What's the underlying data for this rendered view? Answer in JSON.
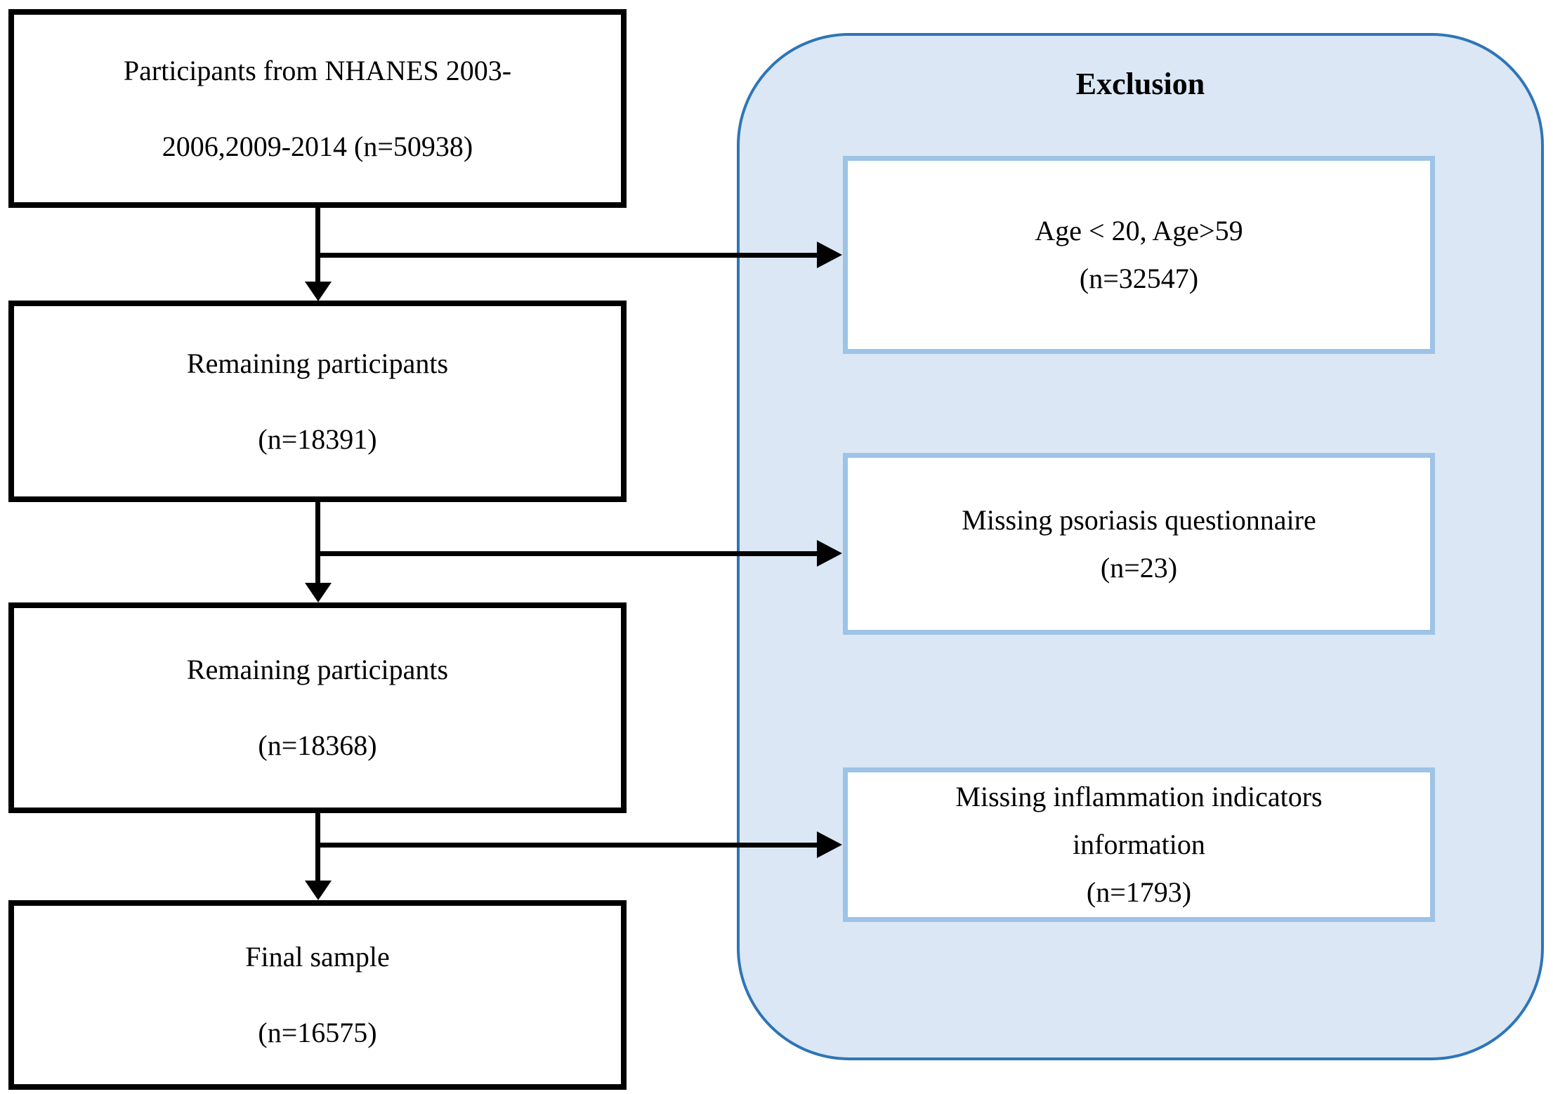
{
  "flow_boxes": [
    {
      "id": "nhanes-participants",
      "lines": [
        "Participants from NHANES 2003-",
        "2006,2009-2014 (n=50938)"
      ]
    },
    {
      "id": "remaining-1",
      "lines": [
        "Remaining participants",
        "(n=18391)"
      ]
    },
    {
      "id": "remaining-2",
      "lines": [
        "Remaining participants",
        "(n=18368)"
      ]
    },
    {
      "id": "final-sample",
      "lines": [
        "Final sample",
        "(n=16575)"
      ]
    }
  ],
  "exclusion": {
    "title": "Exclusion",
    "boxes": [
      {
        "id": "age",
        "lines": [
          "Age < 20, Age>59",
          "(n=32547)"
        ]
      },
      {
        "id": "psoriasis",
        "lines": [
          "Missing psoriasis questionnaire",
          "(n=23)"
        ]
      },
      {
        "id": "inflammation",
        "lines": [
          "Missing inflammation indicators",
          "information",
          "(n=1793)"
        ]
      }
    ]
  },
  "colors": {
    "ink": "#000000",
    "box_fill": "#ffffff",
    "panel_fill": "#dbe7f4",
    "panel_border": "#2e75b6",
    "excl_border": "#9dc3e6"
  }
}
